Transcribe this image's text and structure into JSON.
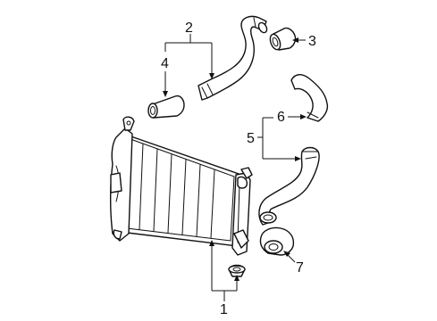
{
  "diagram": {
    "callouts": [
      {
        "id": "1",
        "text": "1"
      },
      {
        "id": "2",
        "text": "2"
      },
      {
        "id": "3",
        "text": "3"
      },
      {
        "id": "4",
        "text": "4"
      },
      {
        "id": "5",
        "text": "5"
      },
      {
        "id": "6",
        "text": "6"
      },
      {
        "id": "7",
        "text": "7"
      }
    ],
    "colors": {
      "line": "#111111",
      "background": "#ffffff"
    }
  }
}
